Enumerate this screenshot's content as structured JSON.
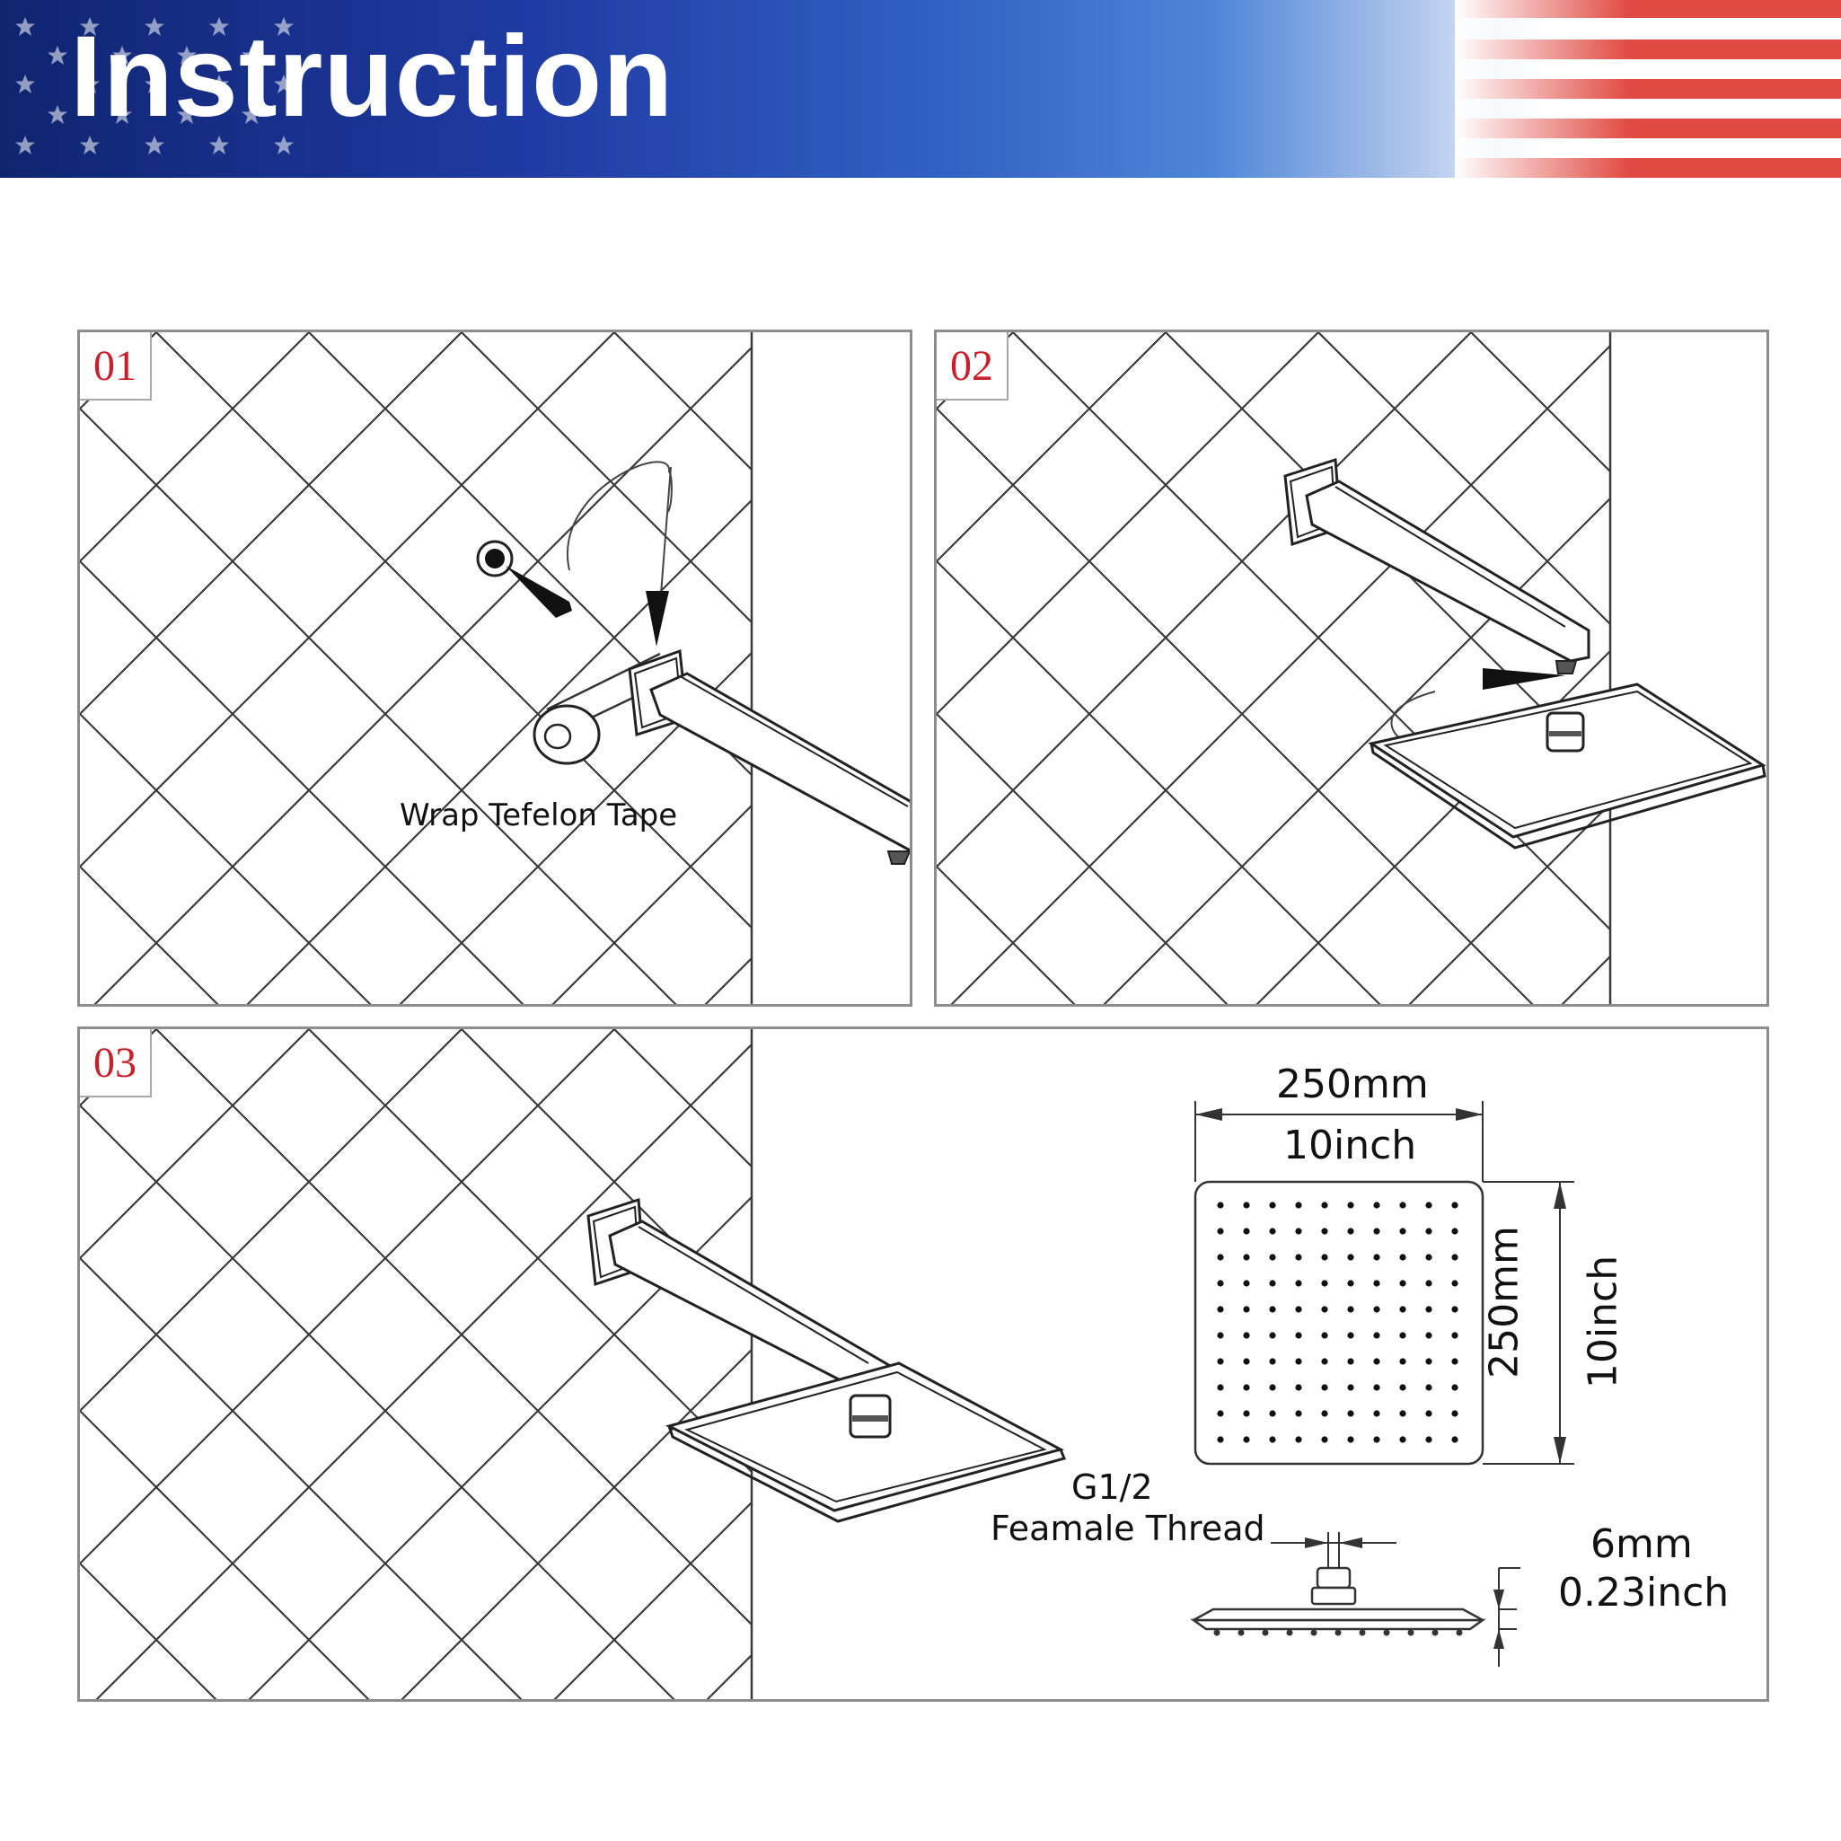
{
  "banner": {
    "title": "Instruction",
    "colors": {
      "deep_blue": "#0f2570",
      "blue": "#3263c4",
      "red": "#e14b43",
      "white": "#ffffff"
    }
  },
  "steps": [
    {
      "number": "01",
      "caption": "Wrap Tefelon Tape"
    },
    {
      "number": "02"
    },
    {
      "number": "03"
    }
  ],
  "specs": {
    "width_mm": "250mm",
    "width_inch": "10inch",
    "height_mm": "250mm",
    "height_inch": "10inch",
    "thread_size": "G1/2",
    "thread_type": "Feamale Thread",
    "thickness_mm": "6mm",
    "thickness_inch": "0.23inch"
  },
  "icons": [
    "star-icon",
    "us-flag-stripes-icon",
    "arrow-icon",
    "tape-roll-icon",
    "wall-pipe-icon",
    "shower-arm-icon",
    "shower-head-icon"
  ],
  "step_number_color": "#c8202a"
}
